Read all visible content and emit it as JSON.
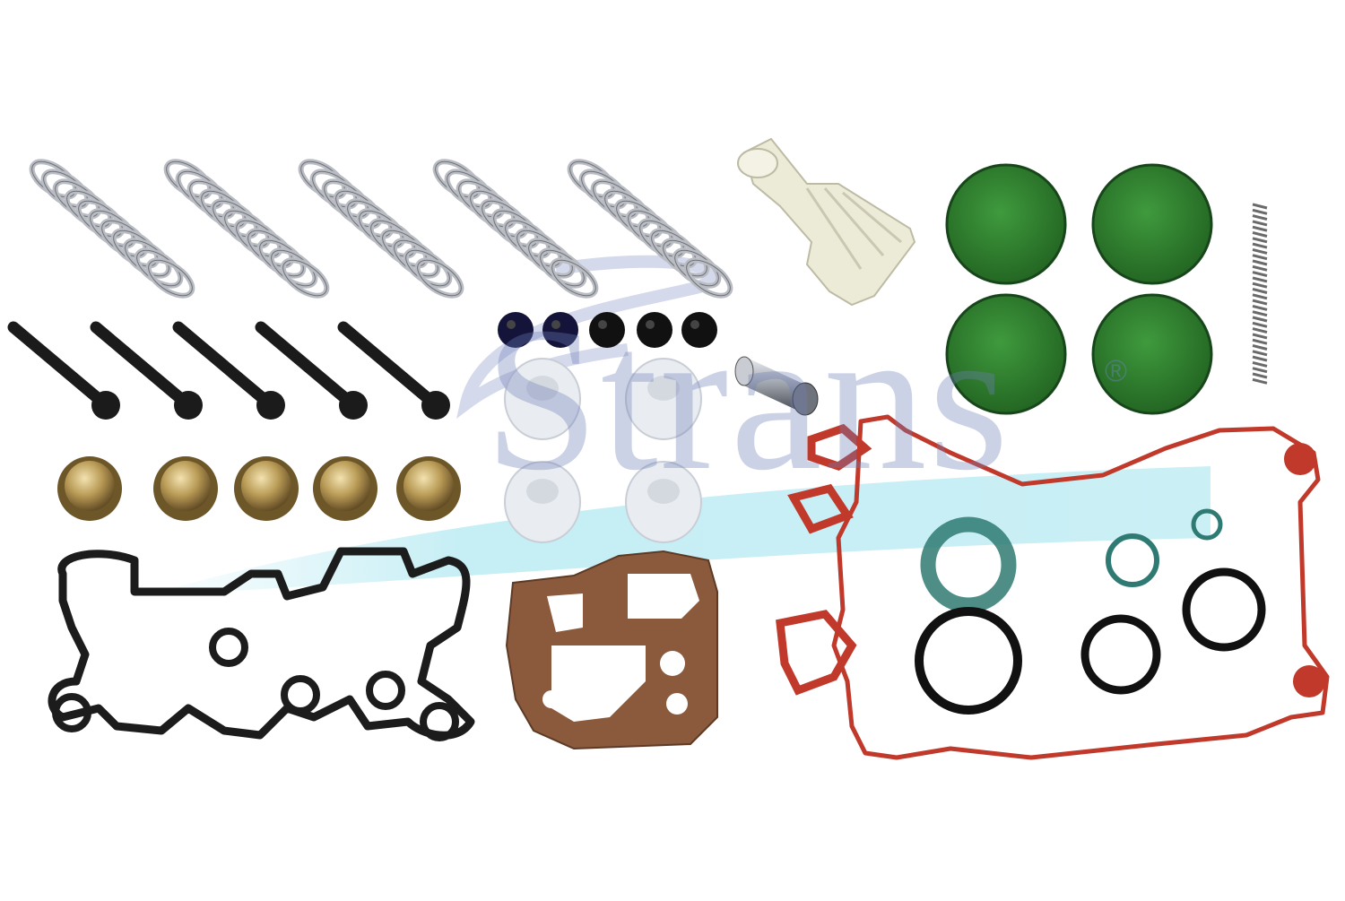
{
  "watermark": {
    "brand": "Strans",
    "registered_mark": "®"
  },
  "parts": {
    "springs": 5,
    "bolts": 5,
    "caps": 5,
    "black_seals": 5,
    "white_bushings": 4,
    "green_caps": 4,
    "small_spring": 1,
    "metal_sleeve": 1,
    "white_boot": 1,
    "gaskets": 3,
    "orings": 6
  },
  "colors": {
    "background": "#ffffff",
    "watermark_blue": "#6f7fb8",
    "watermark_cyan": "#9fe3ee",
    "spring_metal": "#b9bcc2",
    "bolt": "#1b1b1b",
    "brass": "#b89a55",
    "green": "#2d7d2c",
    "gasket_red": "#c0392b",
    "gasket_brown": "#8b5a3c",
    "oring_black": "#111111",
    "oring_teal": "#2f7a72"
  }
}
